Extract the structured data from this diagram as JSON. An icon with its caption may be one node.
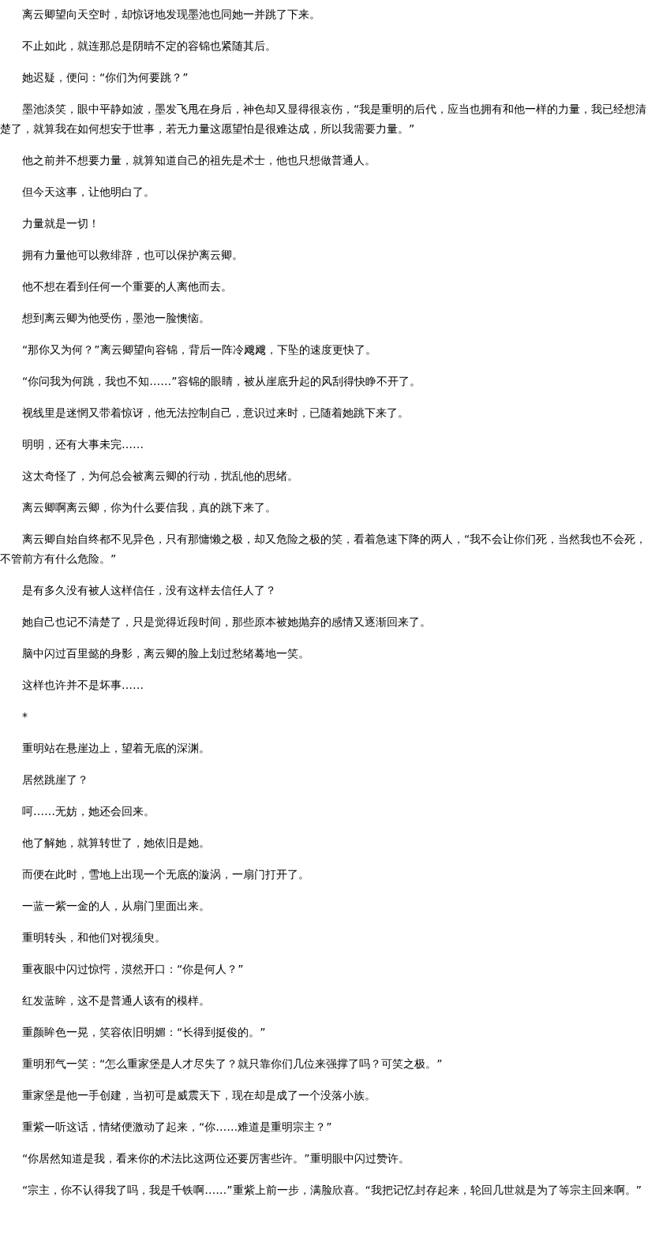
{
  "diagram": {
    "labels": [
      "离云卿望向天空时，却惊讶地发现墨池也同她一并跳了下来。",
      "不止如此，就连那总是阴晴不定的容锦也紧随其后。",
      "她迟疑，便问：“你们为何要跳？”",
      "墨池淡笑，眼中平静如波，墨发飞甩在身后，神色却又显得很哀伤，“我是重明的后代，应当也拥有和他一样的力量，我已经想清楚了，就算我在如何想安于世事，若无力量这愿望怕是很难达成，所以我需要力量。”",
      "他之前并不想要力量，就算知道自己的祖先是术士，他也只想做普通人。",
      "但今天这事，让他明白了。",
      "力量就是一切！",
      "拥有力量他可以救绯辞，也可以保护离云卿。",
      "他不想在看到任何一个重要的人离他而去。",
      "想到离云卿为他受伤，墨池一脸懊恼。",
      "“那你又为何？”离云卿望向容锦，背后一阵冷飕飕，下坠的速度更快了。",
      "“你问我为何跳，我也不知……”容锦的眼睛，被从崖底升起的风刮得快睁不开了。",
      "视线里是迷惘又带着惊讶，他无法控制自己，意识过来时，已随着她跳下来了。",
      "明明，还有大事未完……",
      "这太奇怪了，为何总会被离云卿的行动，扰乱他的思绪。",
      "离云卿啊离云卿，你为什么要信我，真的跳下来了。",
      "离云卿自始自终都不见异色，只有那慵懒之极，却又危险之极的笑，看着急速下降的两人，“我不会让你们死，当然我也不会死，不管前方有什么危险。”",
      "是有多久没有被人这样信任，没有这样去信任人了？",
      "她自己也记不清楚了，只是觉得近段时间，那些原本被她抛弃的感情又逐渐回来了。",
      "脑中闪过百里懿的身影，离云卿的脸上划过愁绪蓦地一笑。",
      "这样也许并不是坏事……",
      "*",
      "重明站在悬崖边上，望着无底的深渊。",
      "居然跳崖了？",
      "呵……无妨，她还会回来。",
      "他了解她，就算转世了，她依旧是她。",
      "而便在此时，雪地上出现一个无底的漩涡，一扇门打开了。",
      "一蓝一紫一金的人，从扇门里面出来。",
      "重明转头，和他们对视须臾。",
      "重夜眼中闪过惊愕，漠然开口：“你是何人？”",
      "红发蓝眸，这不是普通人该有的模样。",
      "重颜眸色一晃，笑容依旧明媚：“长得到挺俊的。”",
      "重明邪气一笑：“怎么重家堡是人才尽失了？就只靠你们几位来强撑了吗？可笑之极。”",
      "重家堡是他一手创建，当初可是威震天下，现在却是成了一个没落小族。",
      "重紫一听这话，情绪便激动了起来，“你……难道是重明宗主？”",
      "“你居然知道是我，看来你的术法比这两位还要厉害些许。”重明眼中闪过赞许。",
      "“宗主，你不认得我了吗，我是千铁啊……”重紫上前一步，满脸欣喜。“我把记忆封存起来，轮回几世就是为了等宗主回来啊。”"
    ]
  }
}
